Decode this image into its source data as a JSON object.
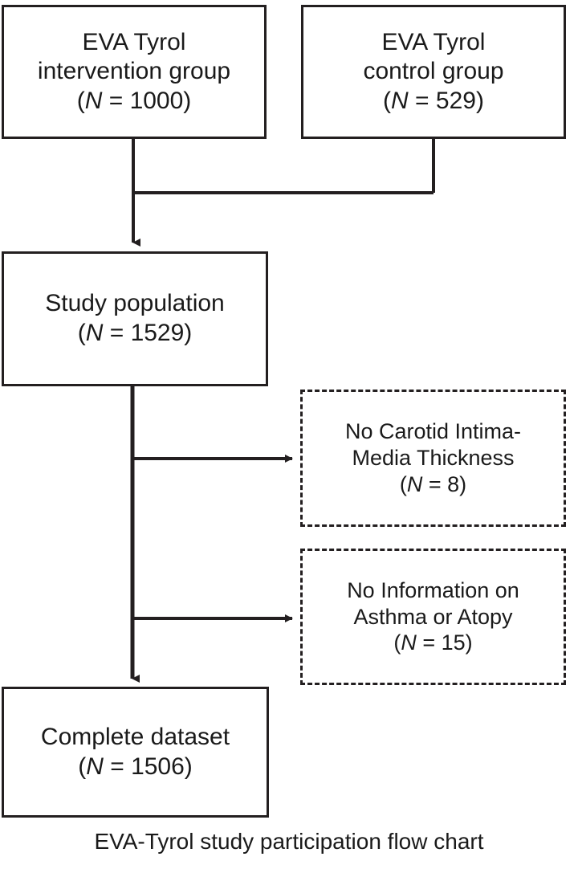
{
  "chart_data": {
    "type": "diagram",
    "diagram_kind": "participant-flow-chart",
    "title": "EVA-Tyrol study participation flow chart",
    "nodes": [
      {
        "id": "intervention",
        "label": "EVA Tyrol intervention group",
        "lines": [
          "EVA Tyrol",
          "intervention group"
        ],
        "n_prefix": "(",
        "n_symbol": "N",
        "n_eq": " = ",
        "n_value": "1000",
        "n_suffix": ")",
        "n_text": "(N = 1000)",
        "n": 1000,
        "style": "solid"
      },
      {
        "id": "control",
        "label": "EVA Tyrol control group",
        "lines": [
          "EVA Tyrol",
          "control group"
        ],
        "n_prefix": "(",
        "n_symbol": "N",
        "n_eq": " = ",
        "n_value": "529",
        "n_suffix": ")",
        "n_text": "(N = 529)",
        "n": 529,
        "style": "solid"
      },
      {
        "id": "study-population",
        "label": "Study population",
        "lines": [
          "Study population"
        ],
        "n_prefix": "(",
        "n_symbol": "N",
        "n_eq": " = ",
        "n_value": "1529",
        "n_suffix": ")",
        "n_text": "(N = 1529)",
        "n": 1529,
        "style": "solid"
      },
      {
        "id": "exclusion-cimt",
        "label": "No Carotid Intima-Media Thickness",
        "lines": [
          "No Carotid Intima-",
          "Media Thickness"
        ],
        "n_prefix": "(",
        "n_symbol": "N",
        "n_eq": " = ",
        "n_value": "8",
        "n_suffix": ")",
        "n_text": "(N = 8)",
        "n": 8,
        "style": "dashed"
      },
      {
        "id": "exclusion-asthma",
        "label": "No Information on Asthma or Atopy",
        "lines": [
          "No Information on",
          "Asthma or Atopy"
        ],
        "n_prefix": "(",
        "n_symbol": "N",
        "n_eq": " = ",
        "n_value": "15",
        "n_suffix": ")",
        "n_text": "(N = 15)",
        "n": 15,
        "style": "dashed"
      },
      {
        "id": "complete-dataset",
        "label": "Complete dataset",
        "lines": [
          "Complete dataset"
        ],
        "n_prefix": "(",
        "n_symbol": "N",
        "n_eq": " = ",
        "n_value": "1506",
        "n_suffix": ")",
        "n_text": "(N = 1506)",
        "n": 1506,
        "style": "solid"
      }
    ],
    "edges": [
      {
        "from": "intervention",
        "to": "study-population",
        "kind": "merge-arrow"
      },
      {
        "from": "control",
        "to": "study-population",
        "kind": "merge-arrow"
      },
      {
        "from": "study-population",
        "to": "exclusion-cimt",
        "kind": "branch-arrow"
      },
      {
        "from": "study-population",
        "to": "exclusion-asthma",
        "kind": "branch-arrow"
      },
      {
        "from": "study-population",
        "to": "complete-dataset",
        "kind": "arrow"
      }
    ],
    "colors": {
      "stroke": "#231f20",
      "text": "#1a1a1a",
      "background": "#ffffff"
    }
  },
  "nodes": {
    "intervention": {
      "line1": "EVA Tyrol",
      "line2": "intervention group",
      "n_open": "(",
      "n_symbol": "N",
      "n_rest": " = 1000)"
    },
    "control": {
      "line1": "EVA Tyrol",
      "line2": "control group",
      "n_open": "(",
      "n_symbol": "N",
      "n_rest": " = 529)"
    },
    "study_population": {
      "line1": "Study population",
      "n_open": "(",
      "n_symbol": "N",
      "n_rest": " = 1529)"
    },
    "exclusion_cimt": {
      "line1": "No Carotid Intima-",
      "line2": "Media Thickness",
      "n_open": "(",
      "n_symbol": "N",
      "n_rest": " = 8)"
    },
    "exclusion_asthma": {
      "line1": "No Information on",
      "line2": "Asthma or Atopy",
      "n_open": "(",
      "n_symbol": "N",
      "n_rest": " = 15)"
    },
    "complete_dataset": {
      "line1": "Complete dataset",
      "n_open": "(",
      "n_symbol": "N",
      "n_rest": " = 1506)"
    }
  },
  "caption": {
    "text": "EVA-Tyrol study participation flow chart"
  }
}
